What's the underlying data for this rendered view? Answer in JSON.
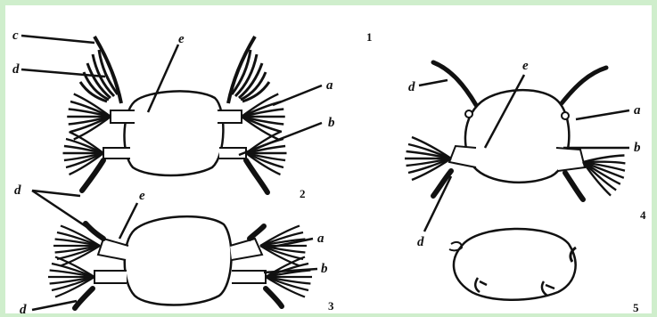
{
  "labels": {
    "a": "a",
    "b": "b",
    "c": "c",
    "d": "d",
    "e": "e"
  },
  "numbers": {
    "fig1": "1",
    "fig2": "2",
    "fig3": "3",
    "fig4": "4",
    "fig5": "5"
  },
  "colors": {
    "ink": "#111111",
    "frame": "#cfeecc",
    "paper": "#ffffff"
  }
}
